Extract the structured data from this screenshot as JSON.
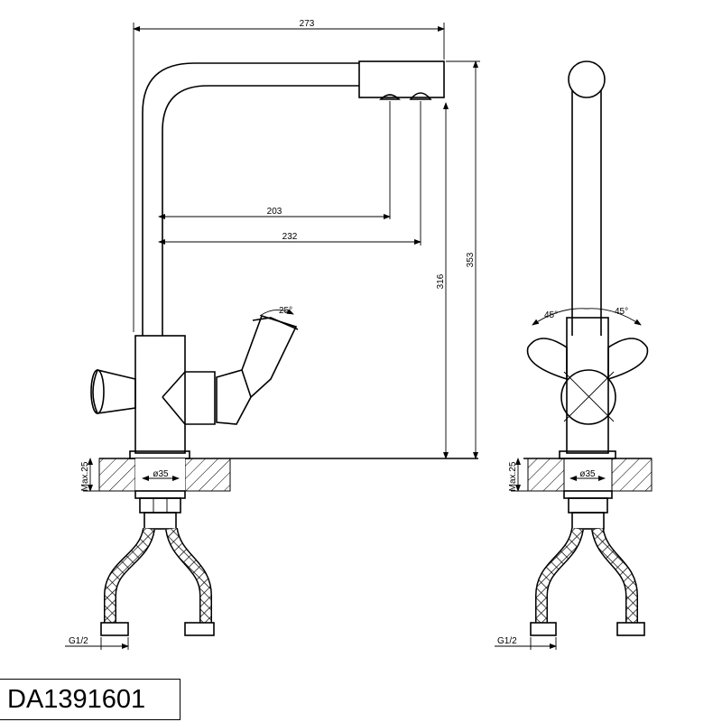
{
  "model_code": "DA1391601",
  "dimensions": {
    "width_total": "273",
    "reach_outlet_1": "203",
    "reach_outlet_2": "232",
    "height_total": "353",
    "height_outlet": "316",
    "lever_angle_front": "25°",
    "lever_angle_side_left": "45°",
    "lever_angle_side_right": "45°",
    "deck_thickness_front": "Max.25",
    "deck_thickness_side": "Max.25",
    "hole_diameter_front": "ø35",
    "hole_diameter_side": "ø35",
    "thread_front": "G1/2",
    "thread_side": "G1/2"
  }
}
